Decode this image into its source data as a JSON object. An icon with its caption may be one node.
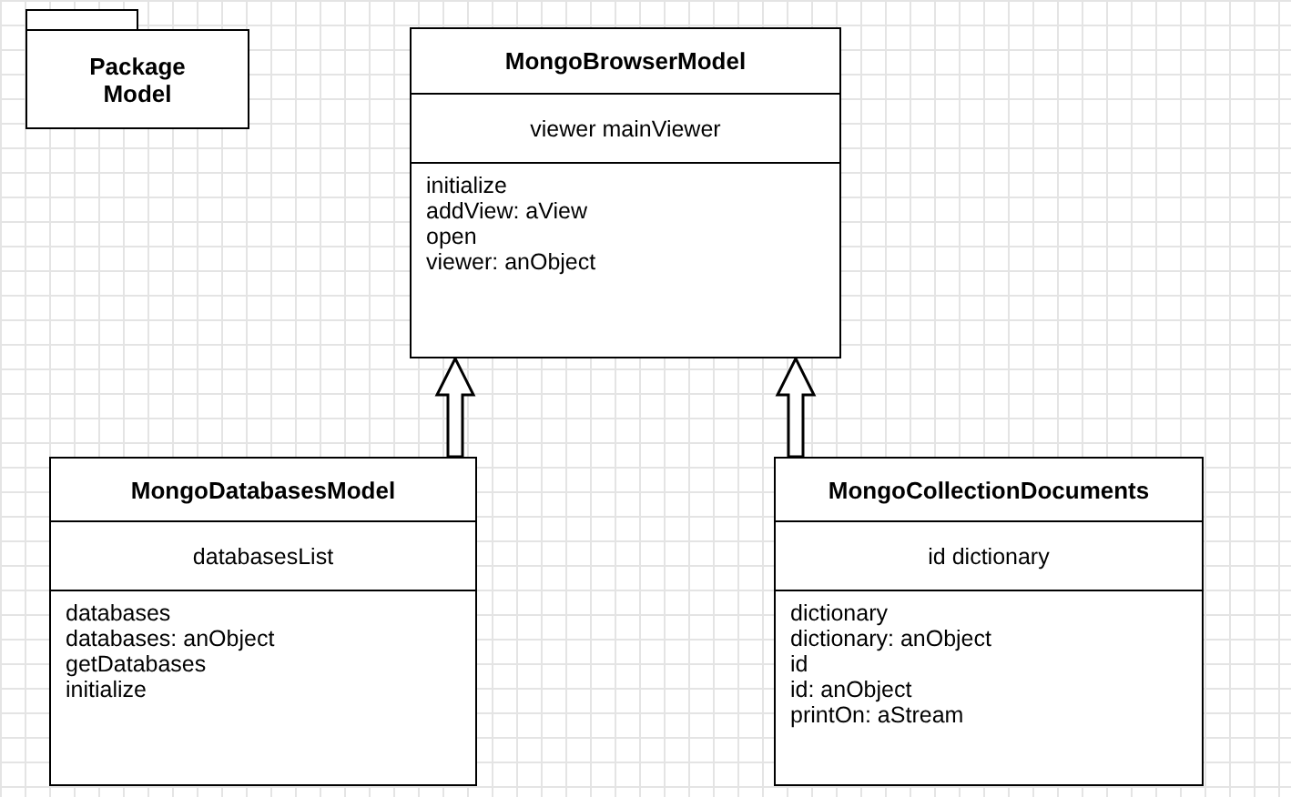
{
  "diagram": {
    "nodes": [
      {
        "text": [
          "Package Model"
        ]
      },
      {
        "text": [
          "MongoBrowserModel",
          "viewer mainViewer",
          "initialize",
          "addView: aView",
          "open",
          "viewer: anObject"
        ]
      },
      {
        "text": [
          "MongoDatabasesModel",
          "databasesList",
          "databases",
          "databases: anObject",
          "getDatabases",
          "initialize"
        ]
      },
      {
        "text": [
          "MongoCollectionDocuments",
          "id dictionary",
          "dictionary",
          "dictionary: anObject",
          "id",
          "id: anObject",
          "printOn: aStream"
        ]
      }
    ],
    "edges": [
      {
        "from": 2,
        "to": 1,
        "arrow": "to"
      },
      {
        "from": 3,
        "to": 1,
        "arrow": "to"
      }
    ]
  }
}
